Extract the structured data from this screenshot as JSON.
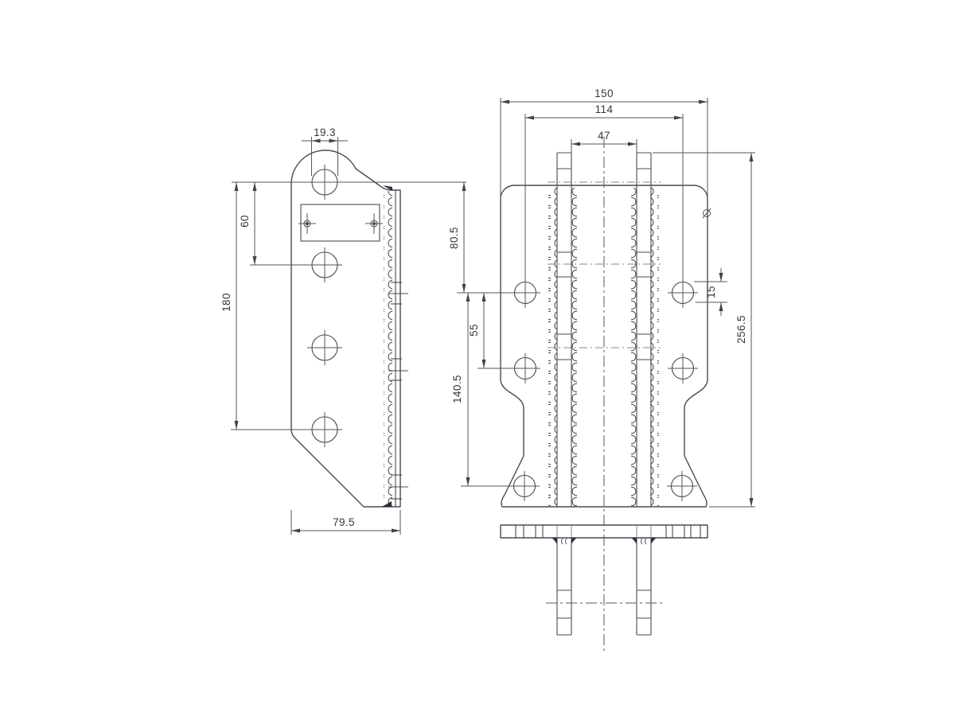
{
  "drawing": {
    "type": "technical-cad-drawing",
    "background": "#ffffff",
    "colors": {
      "outline": "#474b54",
      "dimension": "#53565e",
      "light_detail": "#878b93",
      "text": "#34373e"
    },
    "views": {
      "side_view": {
        "name": "side-view-plate-with-tab",
        "dims": {
          "tab_hole_width": "19.3",
          "upper_hole_spacing": "60",
          "hole_span": "180",
          "plate_width": "79.5"
        }
      },
      "front_view": {
        "name": "front-view-plate-with-threaded-rods",
        "dims": {
          "overall_width": "150",
          "hole_center_span": "114",
          "rod_span": "47",
          "top_to_hole": "80.5",
          "hole_spacing": "55",
          "hole_to_bottom": "140.5",
          "hole_edge_offset": "15",
          "overall_height": "256.5"
        }
      },
      "bottom_view": {
        "name": "bottom-view-bar-with-studs",
        "dims": {}
      }
    }
  }
}
